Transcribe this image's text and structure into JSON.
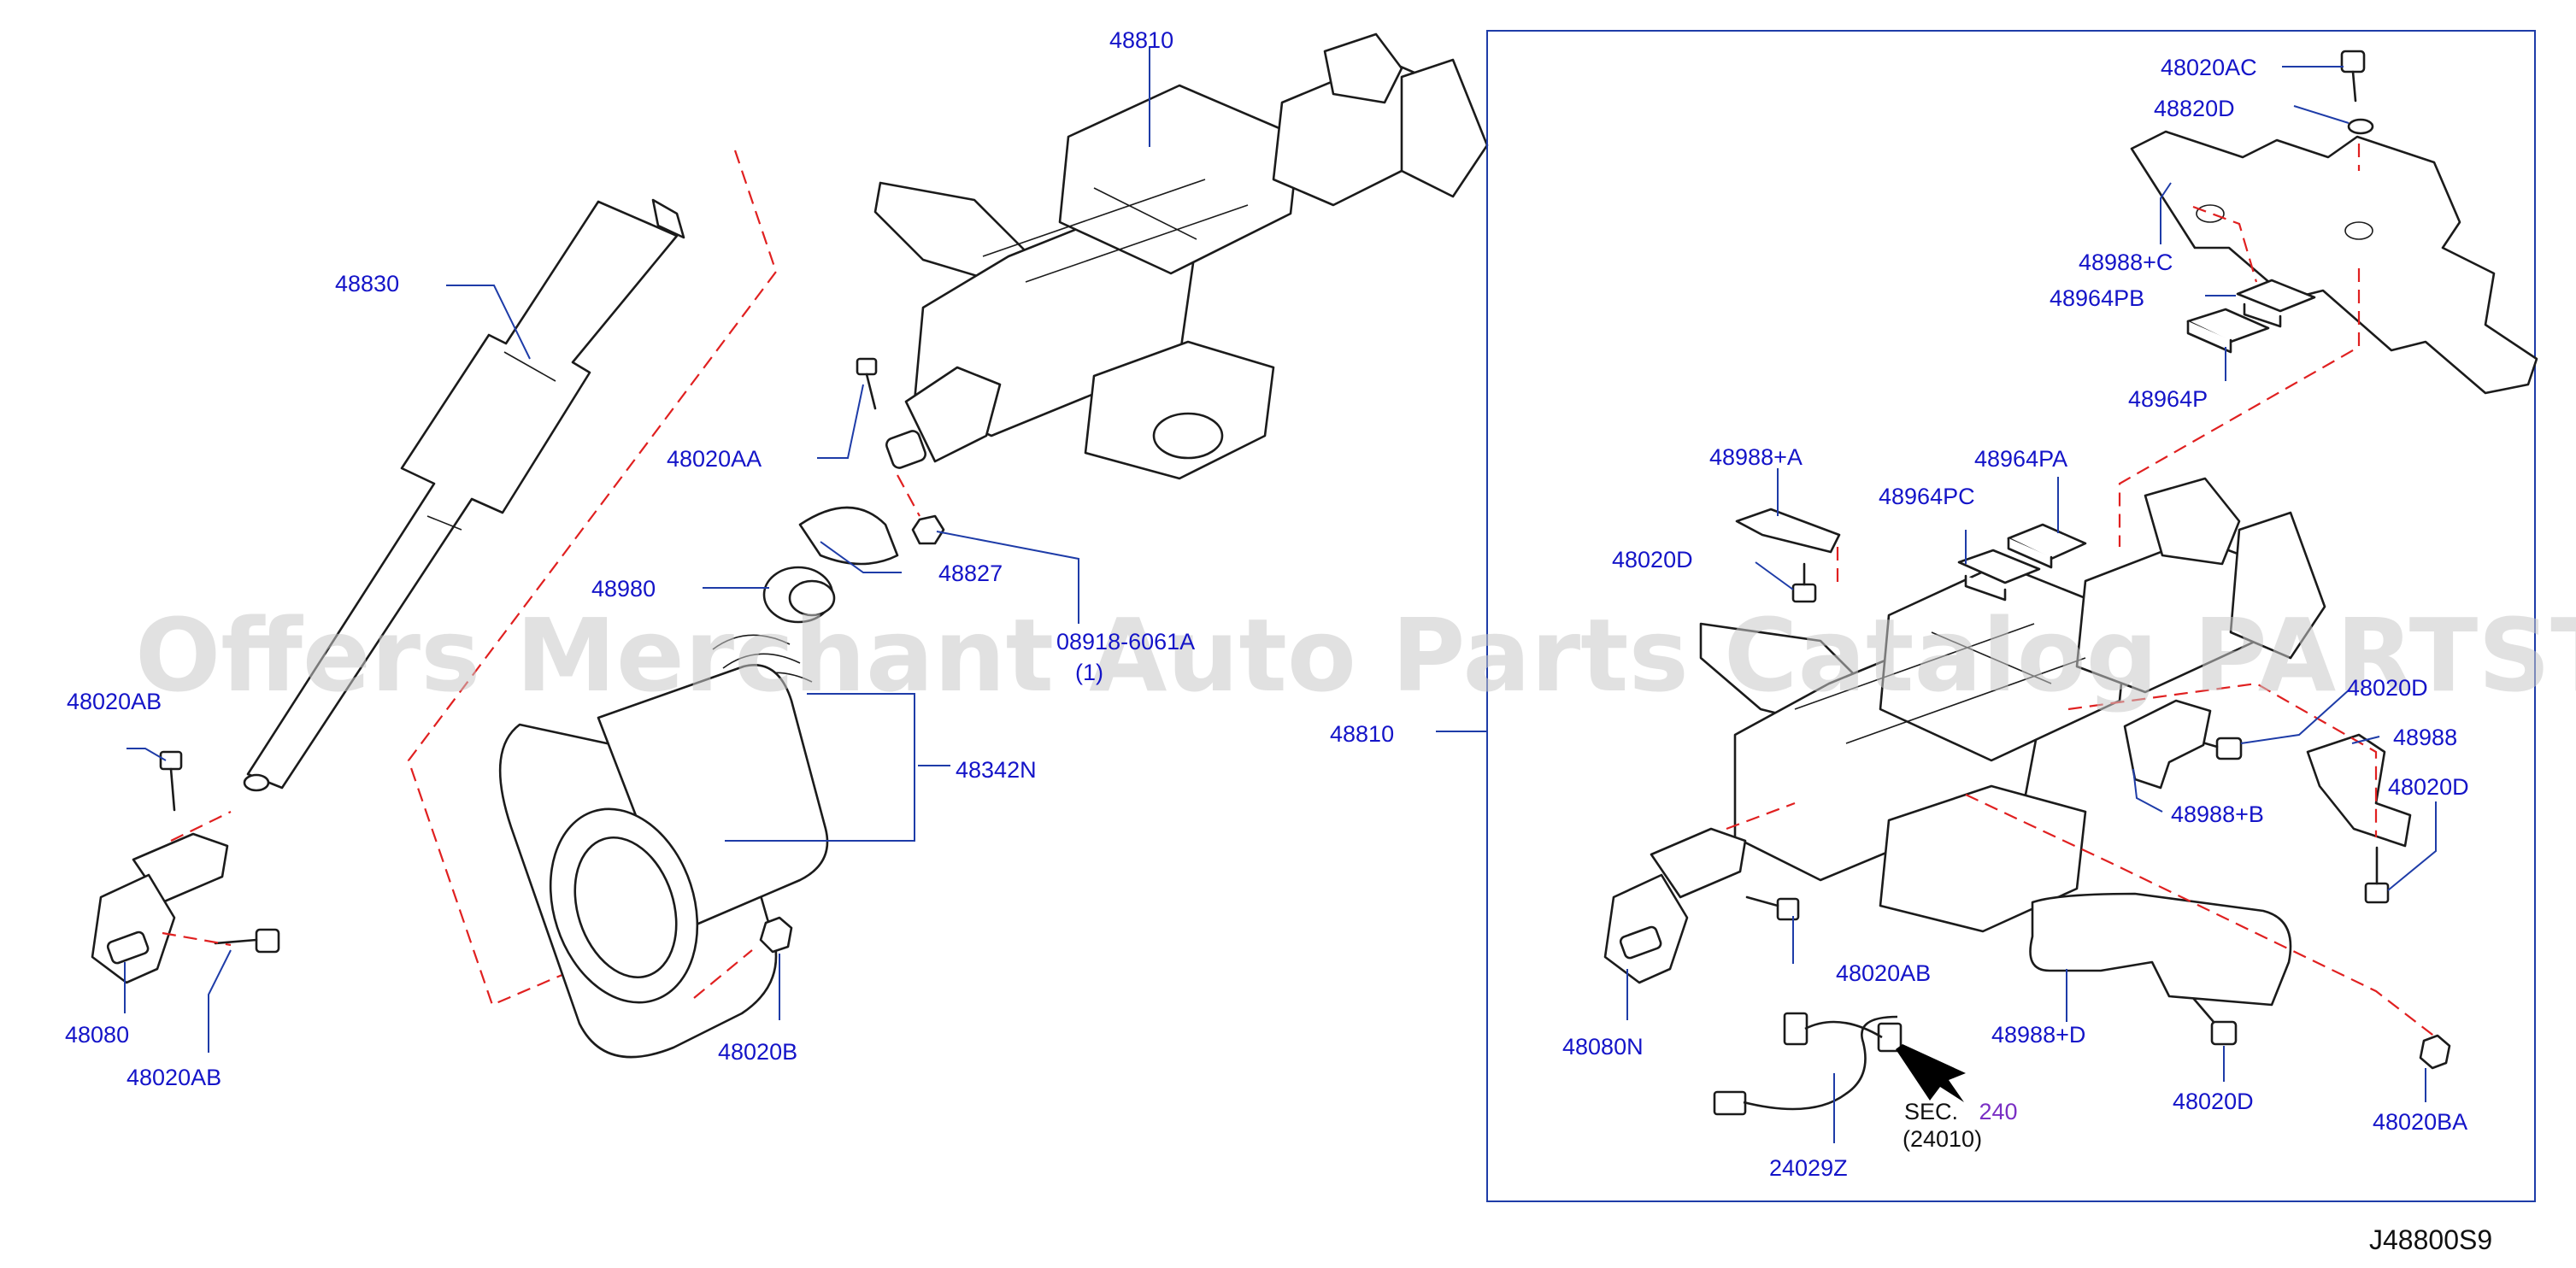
{
  "labels": {
    "p48810_top": "48810",
    "p48830": "48830",
    "p48020AA": "48020AA",
    "p48827": "48827",
    "p48980": "48980",
    "p08918": "08918-6061A",
    "p08918_qty": "(1)",
    "p48020AB_left_top": "48020AB",
    "p48342N": "48342N",
    "p48080": "48080",
    "p48020AB_left_bottom": "48020AB",
    "p48020B": "48020B",
    "p48810_right": "48810",
    "p48020AC": "48020AC",
    "p48820D": "48820D",
    "p48988C": "48988+C",
    "p48964PB": "48964PB",
    "p48964P": "48964P",
    "p48988A": "48988+A",
    "p48964PA": "48964PA",
    "p48964PC": "48964PC",
    "p48020D_1": "48020D",
    "p48020D_2": "48020D",
    "p48988": "48988",
    "p48020D_3": "48020D",
    "p48988B": "48988+B",
    "p48020AB_right": "48020AB",
    "p48080N": "48080N",
    "p48988D": "48988+D",
    "p48020D_4": "48020D",
    "p48020BA": "48020BA",
    "p24029Z": "24029Z",
    "sec_prefix": "SEC.",
    "sec_number": "240",
    "sec_sub": "(24010)"
  },
  "diagram_code": "J48800S9",
  "watermark": "Offers Merchant Auto Parts Catalog PARTSTORE.SA",
  "colors": {
    "label": "#1414c8",
    "leader": "#1e3ca8",
    "phantom_line": "#e02020",
    "outline": "#1b1b1b",
    "sec_link": "#7a2fc4",
    "watermark": "#c9c9c9"
  }
}
